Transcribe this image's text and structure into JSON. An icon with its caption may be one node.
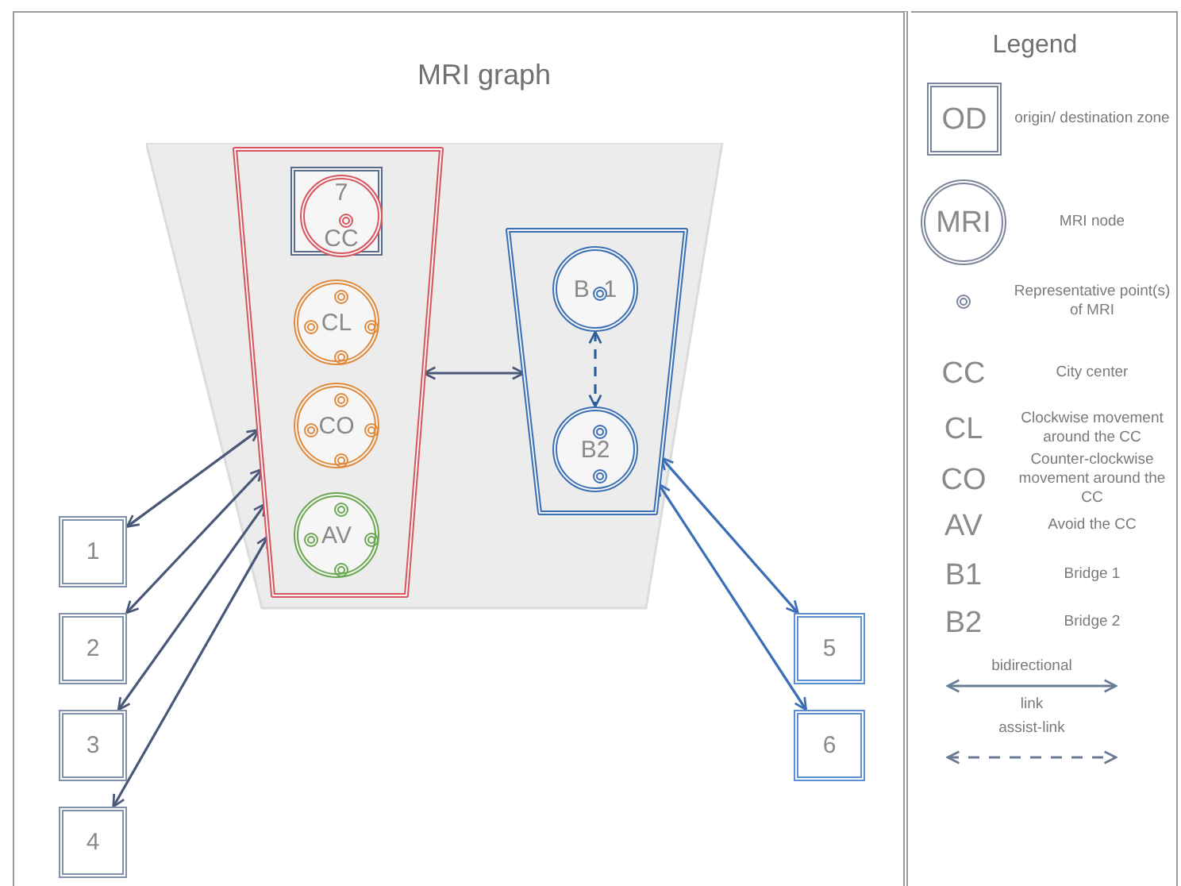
{
  "diagram": {
    "title": "MRI graph",
    "nodes": [
      {
        "text": [],
        "shape": "box"
      },
      {
        "text": [],
        "shape": "box",
        "in": 0
      },
      {
        "text": [
          "7",
          "CC"
        ],
        "in": 1
      },
      {
        "text": [
          "CL"
        ],
        "in": 0
      },
      {
        "text": [
          "CO"
        ],
        "in": 0
      },
      {
        "text": [
          "AV"
        ],
        "in": 0
      },
      {
        "text": [],
        "shape": "box"
      },
      {
        "text": [
          "B1"
        ],
        "in": 6
      },
      {
        "text": [
          "B2"
        ],
        "in": 6
      },
      {
        "text": [
          "1"
        ]
      },
      {
        "text": [
          "2"
        ]
      },
      {
        "text": [
          "3"
        ]
      },
      {
        "text": [
          "4"
        ]
      },
      {
        "text": [
          "5"
        ]
      },
      {
        "text": [
          "6"
        ]
      }
    ],
    "edges": [
      {
        "from": 0,
        "to": 6,
        "arrow": "both"
      },
      {
        "from": 7,
        "to": 8,
        "arrow": "both",
        "style": "dashed",
        "color": "#2f5f9a"
      },
      {
        "from": 9,
        "to": 0,
        "arrow": "both"
      },
      {
        "from": 10,
        "to": 0,
        "arrow": "both"
      },
      {
        "from": 11,
        "to": 0,
        "arrow": "both"
      },
      {
        "from": 12,
        "to": 0,
        "arrow": "both"
      },
      {
        "from": 13,
        "to": 6,
        "arrow": "both",
        "color": "#3a6fb5"
      },
      {
        "from": 14,
        "to": 6,
        "arrow": "both",
        "color": "#3a6fb5"
      }
    ],
    "labels": [
      "Legend",
      "OD",
      "MRI",
      "CC",
      "CL",
      "CO",
      "AV",
      "B1",
      "B2"
    ],
    "legend": [
      {
        "text": "origin/ destination zone"
      },
      {
        "text": "MRI node"
      },
      {
        "text": "Representative point(s) of MRI"
      },
      {
        "text": "City center"
      },
      {
        "text": "Clockwise movement around the CC"
      },
      {
        "text": "Counter-clockwise movement around the CC"
      },
      {
        "text": "Avoid the CC"
      },
      {
        "text": "Bridge 1"
      },
      {
        "text": "Bridge 2"
      },
      {
        "text": "bidirectional link"
      },
      {
        "text": "assist-link"
      }
    ]
  }
}
